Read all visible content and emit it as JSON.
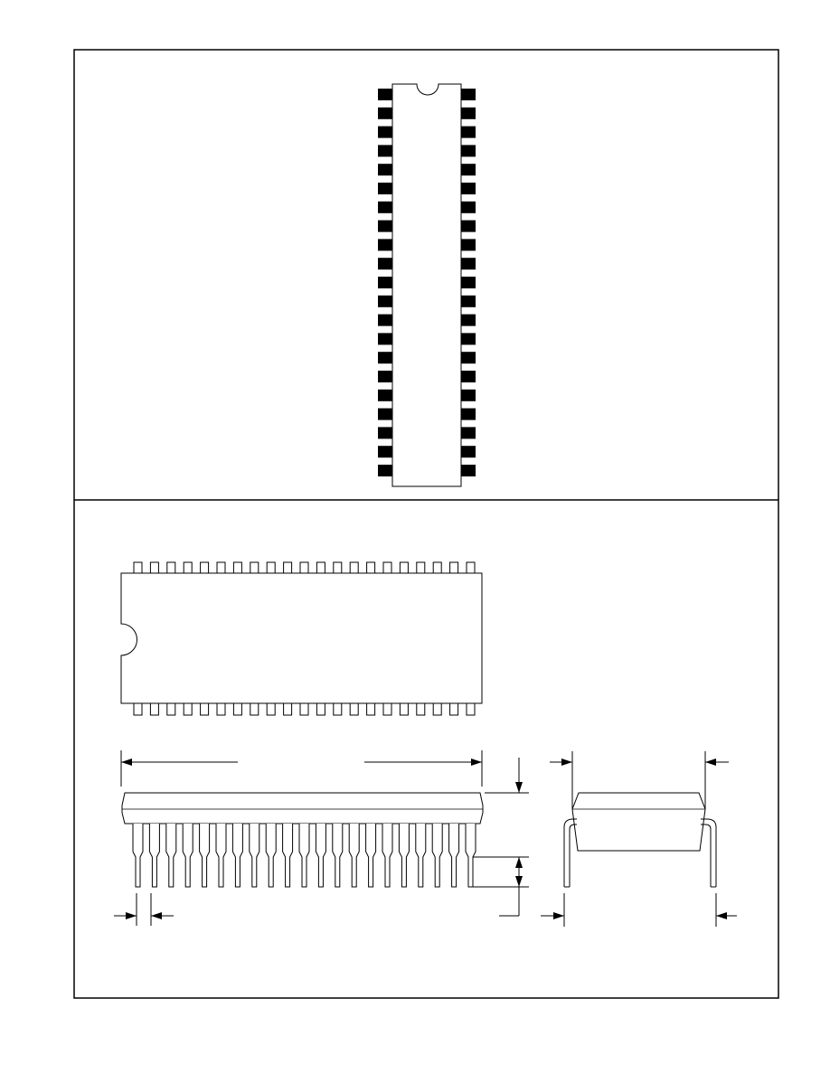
{
  "drawing": {
    "pin_pairs": 21,
    "top_view_pins_per_side": 21,
    "bottom_view_pins_per_row": 21,
    "side_view_leads": 21
  },
  "colors": {
    "ink": "#000000",
    "paper": "#ffffff",
    "pad_fill": "#000000"
  }
}
